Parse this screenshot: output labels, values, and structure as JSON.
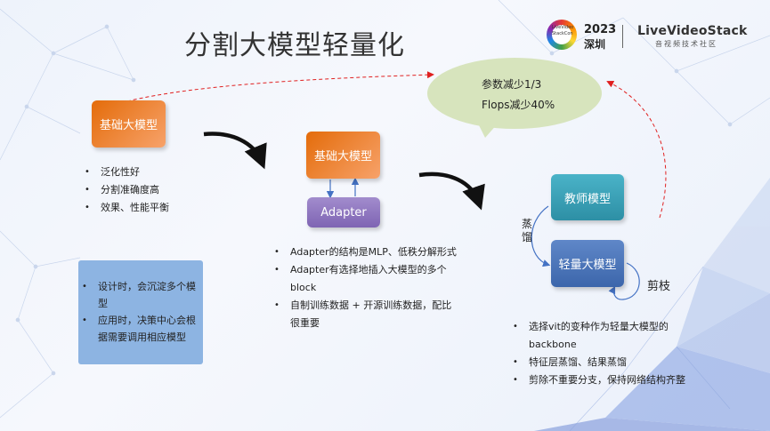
{
  "slide": {
    "title": "分割大模型轻量化"
  },
  "logo": {
    "year": "2023",
    "city": "深圳",
    "brand": "LiveVideoStack",
    "subtitle": "音视频技术社区",
    "badge_text": "LiveVideo StackCon"
  },
  "cloud": {
    "line1": "参数减少1/3",
    "line2": "Flops减少40%"
  },
  "stage1": {
    "box_label": "基础大模型",
    "bullets": [
      "泛化性好",
      "分割准确度高",
      "效果、性能平衡"
    ]
  },
  "stage2": {
    "box_label": "基础大模型",
    "adapter_label": "Adapter",
    "bullets": [
      "Adapter的结构是MLP、低秩分解形式",
      "Adapter有选择地插入大模型的多个block",
      "自制训练数据 + 开源训练数据，配比很重要"
    ]
  },
  "stage3": {
    "teacher_label": "教师模型",
    "light_label": "轻量大模型",
    "distill_label": "蒸馏",
    "prune_label": "剪枝",
    "bullets": [
      "选择vit的变种作为轻量大模型的backbone",
      "特征层蒸馏、结果蒸馏",
      "剪除不重要分支，保持网络结构齐整"
    ]
  },
  "note": {
    "bullets": [
      "设计时，会沉淀多个模型",
      "应用时，决策中心会根据需要调用相应模型"
    ]
  },
  "colors": {
    "orange": "#e46c0a",
    "purple": "#8064a2",
    "teal": "#31a0b5",
    "blue": "#4472c4",
    "cloud": "#d7e4bd",
    "note_bg": "#8db4e2",
    "dashed_arrow": "#e02020"
  }
}
